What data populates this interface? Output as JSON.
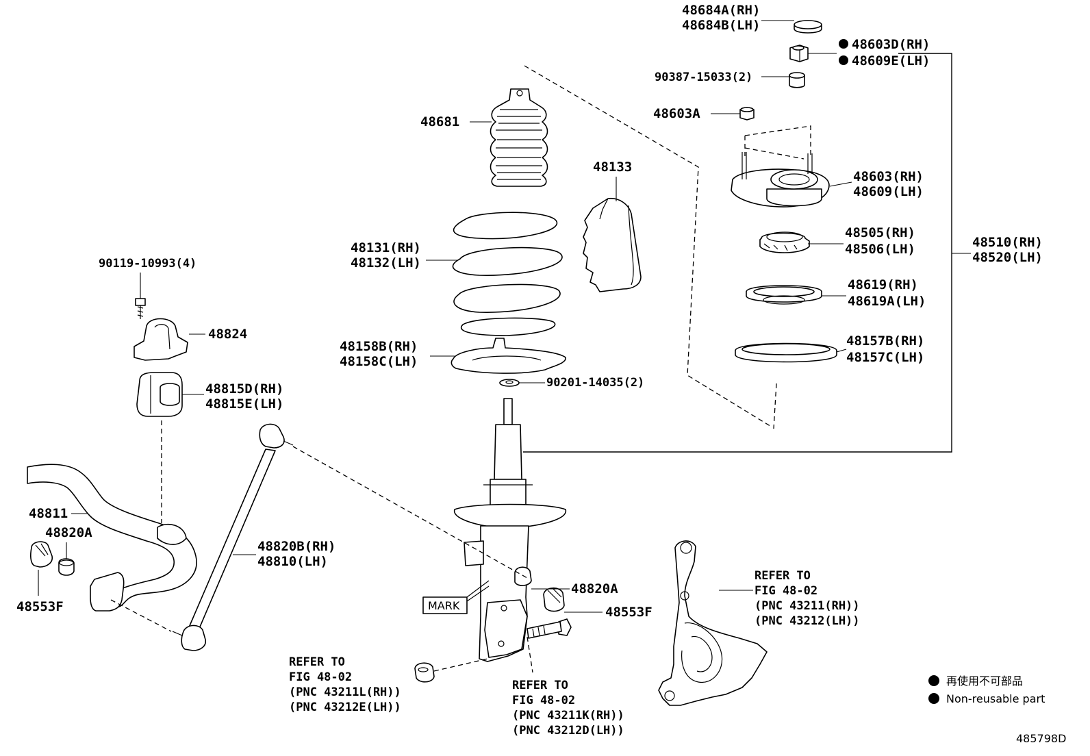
{
  "labels": {
    "p48684": [
      "48684A(RH)",
      "48684B(LH)"
    ],
    "p48603d": [
      "48603D(RH)",
      "48609E(LH)"
    ],
    "p90387": "90387-15033(2)",
    "p48603a": "48603A",
    "p48681": "48681",
    "p48133": "48133",
    "p48603": [
      "48603(RH)",
      "48609(LH)"
    ],
    "p48131": [
      "48131(RH)",
      "48132(LH)"
    ],
    "p48505": [
      "48505(RH)",
      "48506(LH)"
    ],
    "p48510": [
      "48510(RH)",
      "48520(LH)"
    ],
    "p90119": "90119-10993(4)",
    "p48619": [
      "48619(RH)",
      "48619A(LH)"
    ],
    "p48824": "48824",
    "p48158": [
      "48158B(RH)",
      "48158C(LH)"
    ],
    "p48157": [
      "48157B(RH)",
      "48157C(LH)"
    ],
    "p90201": "90201-14035(2)",
    "p48815": [
      "48815D(RH)",
      "48815E(LH)"
    ],
    "p48811": "48811",
    "p48820a_left": "48820A",
    "p48820b": [
      "48820B(RH)",
      "48810(LH)"
    ],
    "p48553f_left": "48553F",
    "p48820a_right": "48820A",
    "p48553f_right": "48553F",
    "mark": "MARK"
  },
  "refs": {
    "knuckle": [
      "REFER TO",
      "FIG 48-02",
      "(PNC 43211(RH))",
      "(PNC 43212(LH))"
    ],
    "bottom_left": [
      "REFER TO",
      "FIG 48-02",
      "(PNC 43211L(RH))",
      "(PNC 43212E(LH))"
    ],
    "bottom_mid": [
      "REFER TO",
      "FIG 48-02",
      "(PNC 43211K(RH))",
      "(PNC 43212D(LH))"
    ]
  },
  "legend": {
    "jp": "再使用不可部品",
    "en": "Non-reusable part"
  },
  "figure_id": "485798D"
}
